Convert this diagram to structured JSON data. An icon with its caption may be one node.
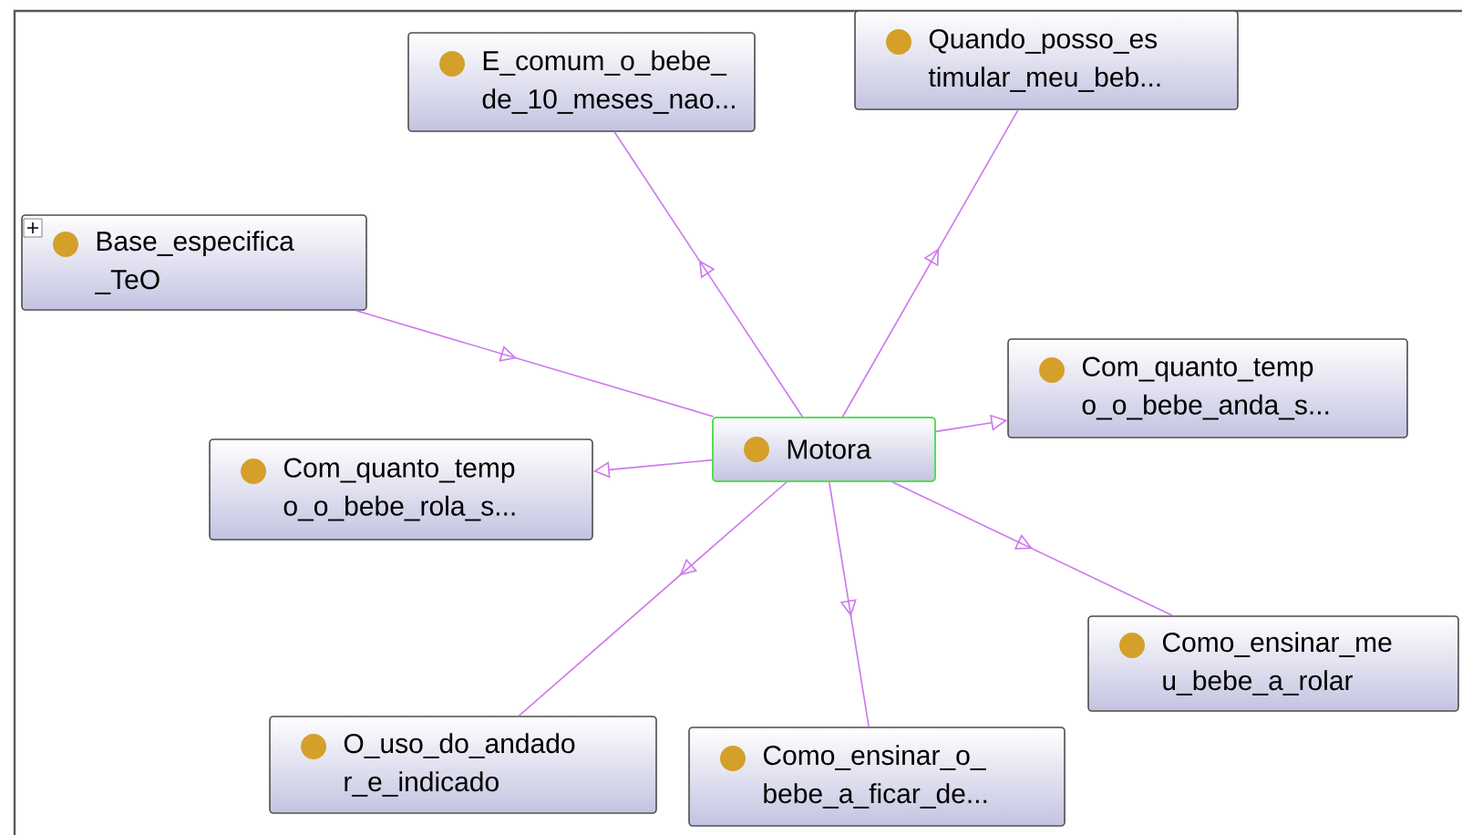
{
  "diagram": {
    "nodes": [
      {
        "text": [
          "E_comum_o_bebe_ de_10_meses_nao..."
        ]
      },
      {
        "text": [
          "Quando_posso_es timular_meu_beb..."
        ]
      },
      {
        "text": [
          "Base_especifica _TeO"
        ]
      },
      {
        "text": [
          "Com_quanto_temp o_o_bebe_anda_s..."
        ]
      },
      {
        "text": [
          "Motora"
        ]
      },
      {
        "text": [
          "Com_quanto_temp o_o_bebe_rola_s..."
        ]
      },
      {
        "text": [
          "Como_ensinar_me u_bebe_a_rolar"
        ]
      },
      {
        "text": [
          "O_uso_do_andado r_e_indicado"
        ]
      },
      {
        "text": [
          "Como_ensinar_o_ bebe_a_ficar_de..."
        ]
      }
    ],
    "edges": [
      {
        "from": 2,
        "to": 4,
        "arrow": "to"
      },
      {
        "from": 4,
        "to": 0,
        "arrow": "to"
      },
      {
        "from": 4,
        "to": 1,
        "arrow": "to"
      },
      {
        "from": 4,
        "to": 3,
        "arrow": "to"
      },
      {
        "from": 4,
        "to": 5,
        "arrow": "to"
      },
      {
        "from": 4,
        "to": 7,
        "arrow": "to"
      },
      {
        "from": 4,
        "to": 8,
        "arrow": "to"
      },
      {
        "from": 4,
        "to": 6,
        "arrow": "to"
      }
    ]
  }
}
